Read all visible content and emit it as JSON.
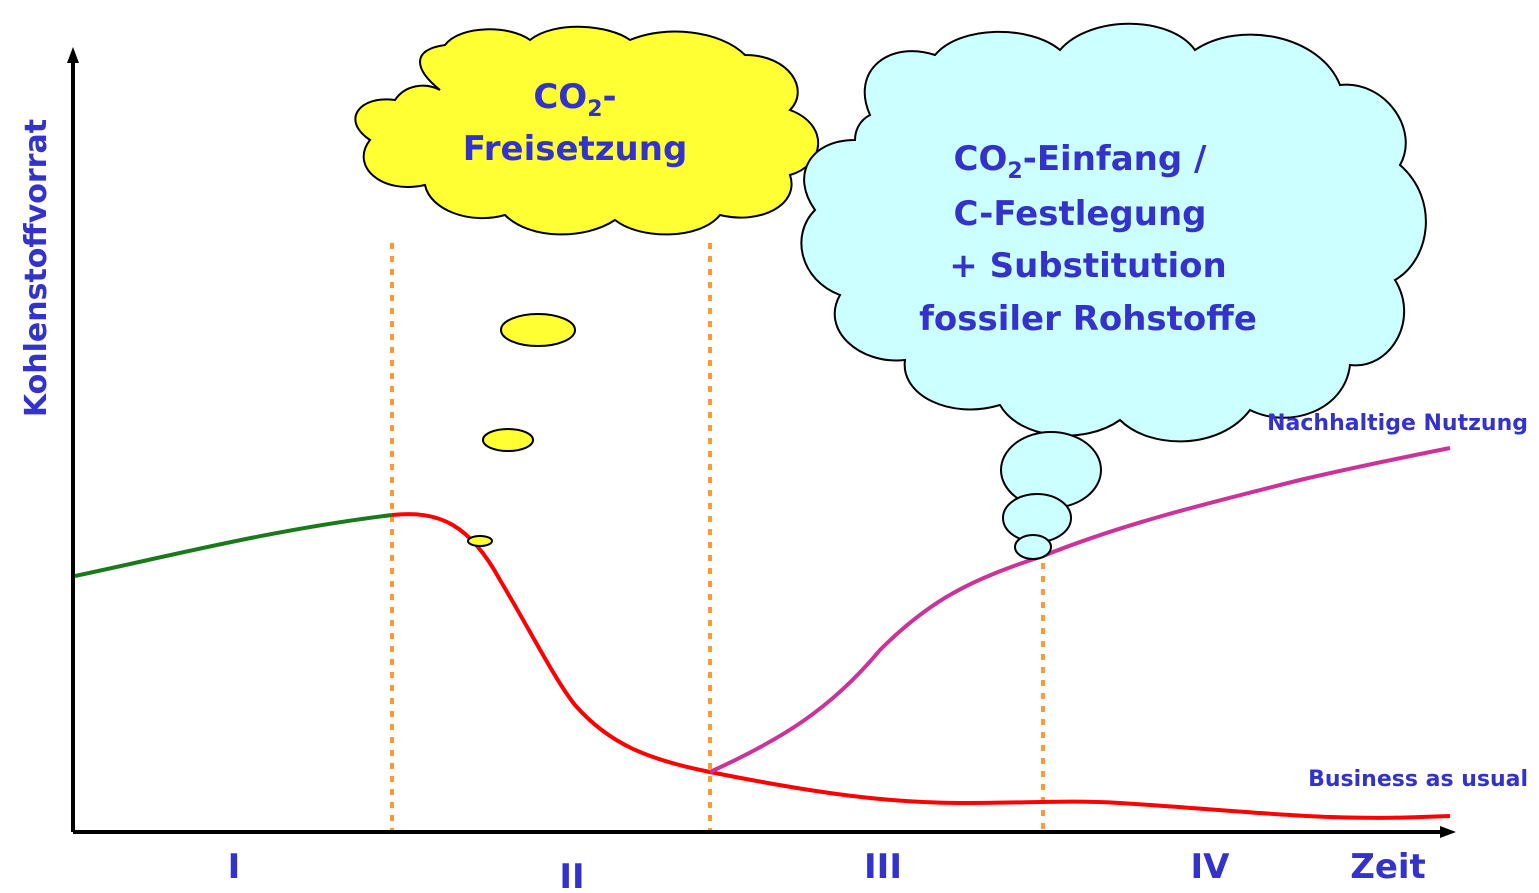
{
  "axes": {
    "y_label": "Kohlenstoffvorrat",
    "x_end_label": "Zeit"
  },
  "phases": [
    "I",
    "II",
    "III",
    "IV"
  ],
  "clouds": {
    "release": {
      "line1": "CO",
      "line1_sub": "2",
      "line1_suffix": "-",
      "line2": "Freisetzung"
    },
    "capture": {
      "line1": "CO",
      "line1_sub": "2",
      "line1_suffix": "-Einfang /",
      "line2": "C-Festlegung",
      "line3": "+ Substitution",
      "line4": "fossiler Rohstoffe"
    }
  },
  "curves": {
    "sustainable_label": "Nachhaltige Nutzung",
    "bau_label": "Business as usual"
  },
  "colors": {
    "axis": "#000000",
    "green_curve": "#1a7a1a",
    "red_curve": "#ff0000",
    "magenta_curve": "#cc3399",
    "divider": "#ff9933",
    "release_cloud": "#ffff33",
    "capture_cloud": "#ccffff",
    "text": "#3333cc"
  }
}
